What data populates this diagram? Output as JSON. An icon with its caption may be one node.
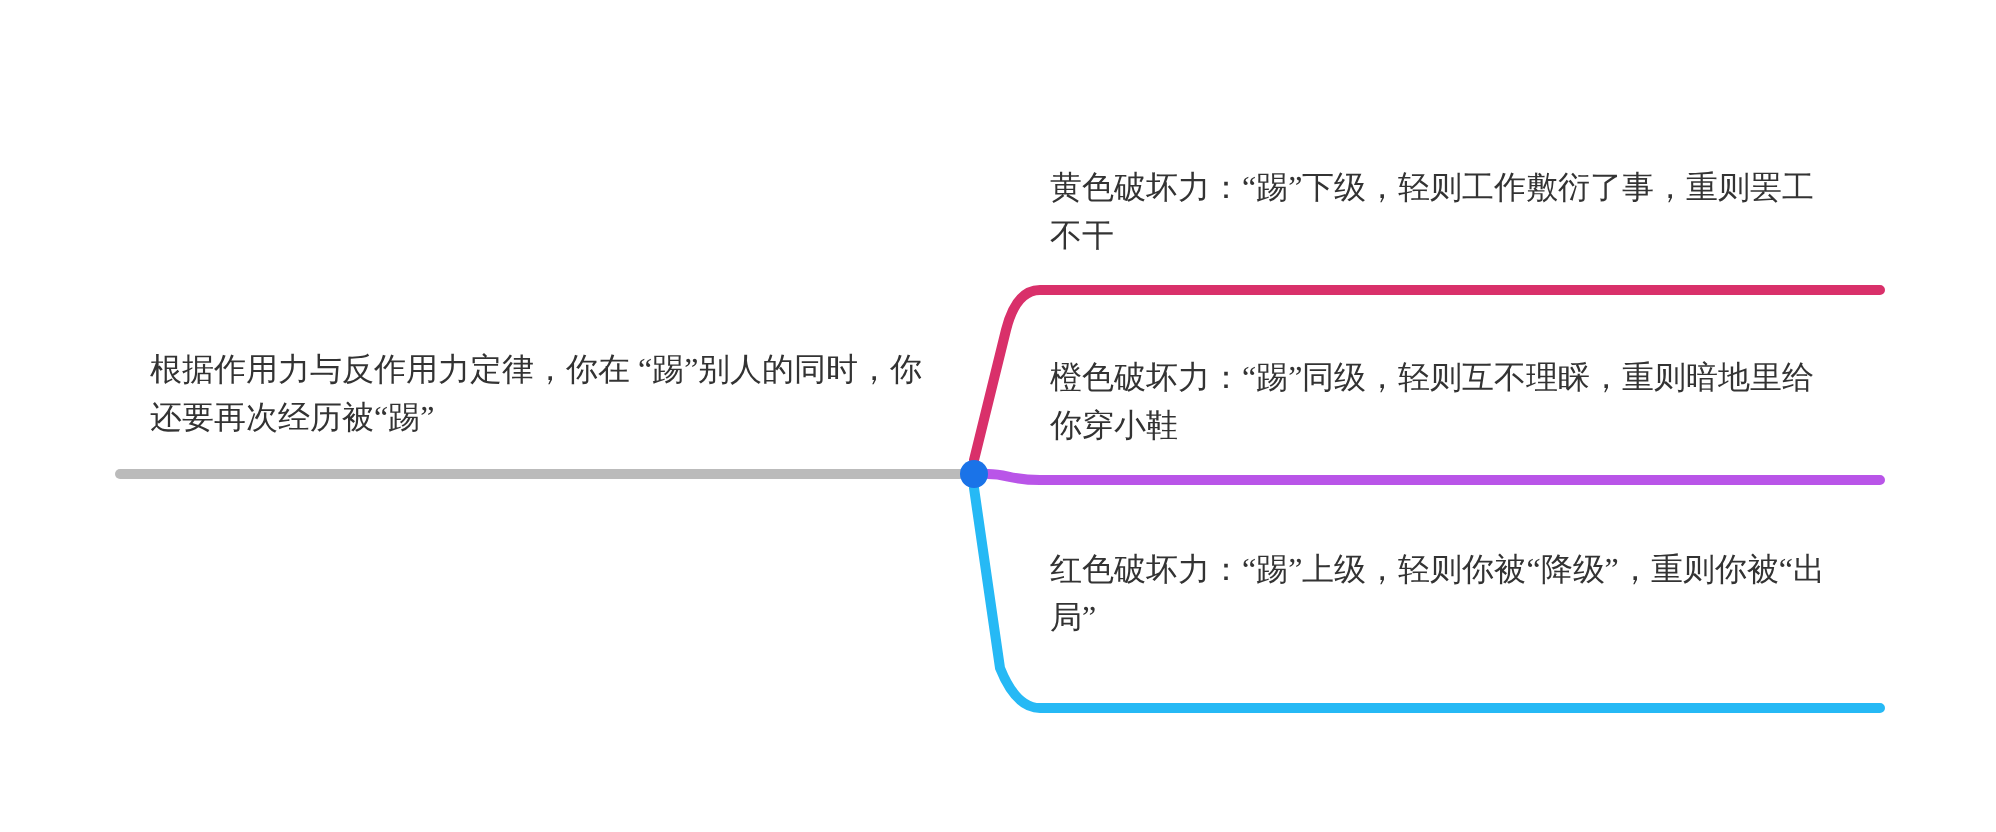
{
  "diagram": {
    "nodes": [
      {
        "text": [
          "根据作用力与反作用力定律，你在 “踢”别人的同时，你还要再次经历被“踢”"
        ]
      },
      {
        "text": [],
        "shape": "circle"
      },
      {
        "text": [
          "黄色破坏力：“踢”下级，轻则工作敷衍了事，重则罢工不干"
        ]
      },
      {
        "text": [
          "橙色破坏力：“踢”同级，轻则互不理睬，重则暗地里给你穿小鞋"
        ]
      },
      {
        "text": [
          "红色破坏力：“踢”上级，轻则你被“降级”，重则你被“出局”"
        ]
      }
    ],
    "edges": [
      {
        "from": 0,
        "to": 1,
        "arrow": "none",
        "color": "#bbbbbb"
      },
      {
        "from": 1,
        "to": 2,
        "arrow": "none",
        "color": "#d9306a"
      },
      {
        "from": 1,
        "to": 3,
        "arrow": "none",
        "color": "#b955e8"
      },
      {
        "from": 1,
        "to": 4,
        "arrow": "none",
        "color": "#26b9f5"
      }
    ]
  }
}
